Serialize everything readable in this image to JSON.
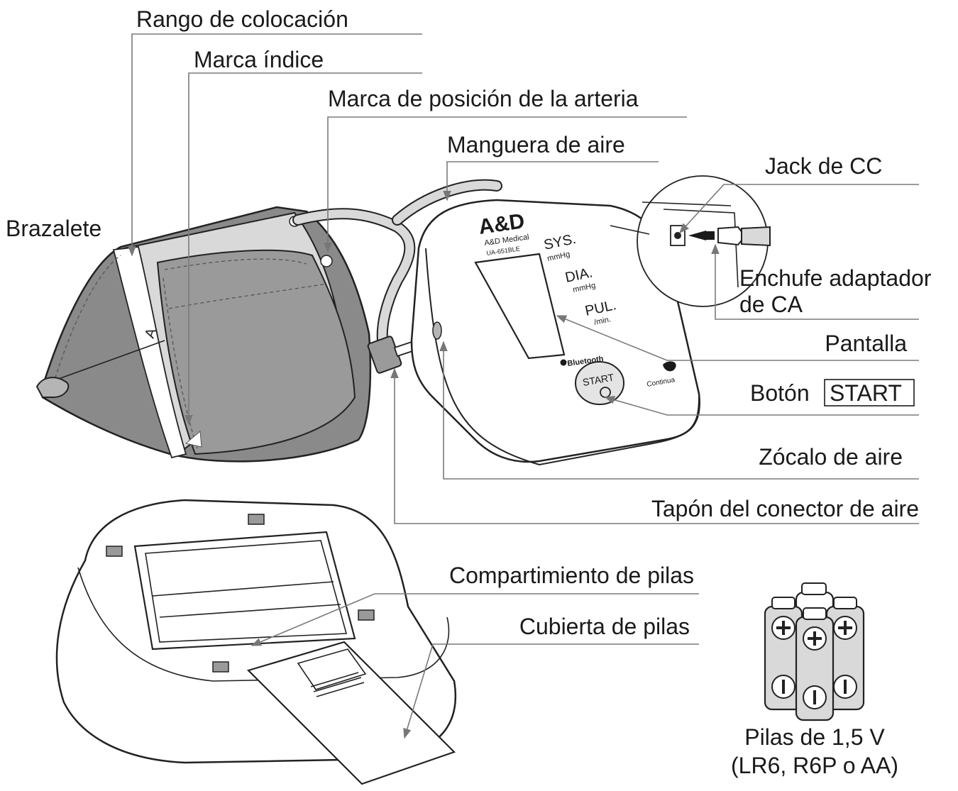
{
  "labels": {
    "fitting_range": "Rango de colocación",
    "index_mark": "Marca índice",
    "artery_mark": "Marca de posición de la arteria",
    "air_hose": "Manguera de aire",
    "dc_jack": "Jack de CC",
    "cuff": "Brazalete",
    "ac_adapter_plug_line1": "Enchufe adaptador",
    "ac_adapter_plug_line2": "de CA",
    "display": "Pantalla",
    "start_button_prefix": "Botón",
    "start_button_boxed": "START",
    "air_socket": "Zócalo de aire",
    "air_connector_plug": "Tapón del conector de aire",
    "battery_compartment": "Compartimiento de pilas",
    "battery_cover": "Cubierta de pilas",
    "batteries_line1": "Pilas de 1,5 V",
    "batteries_line2": "(LR6, R6P o AA)"
  },
  "device": {
    "brand": "A&D",
    "brand_sub": "A&D Medical",
    "model": "UA-651BLE",
    "sys_label": "SYS.",
    "sys_unit": "mmHg",
    "dia_label": "DIA.",
    "dia_unit": "mmHg",
    "pul_label": "PUL.",
    "pul_unit": "/min.",
    "bluetooth": "Bluetooth",
    "start": "START",
    "continua": "Continua",
    "cuff_letter": "A"
  }
}
